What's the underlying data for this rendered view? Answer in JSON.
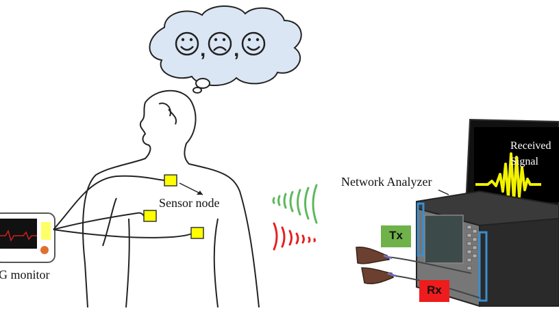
{
  "thought": {
    "faces": [
      "happy-face",
      "sad-face",
      "happy-face"
    ],
    "separators": [
      ",",
      ","
    ]
  },
  "labels": {
    "sensor_node": "Sensor node",
    "ecg_monitor": "G monitor",
    "network_analyzer": "Network Analyzer",
    "received_signal_line1": "Received",
    "received_signal_line2": "Signal",
    "tx": "Tx",
    "rx": "Rx"
  },
  "colors": {
    "cloud_fill": "#dbe6f4",
    "sensor_fill": "#ffff00",
    "tx_box": "#6fb24a",
    "rx_box": "#ee1c1c",
    "wave_green": "#5cb85c",
    "wave_red": "#e62020",
    "screen_wave": "#f2f200",
    "port_frame": "#3a8fd0"
  }
}
